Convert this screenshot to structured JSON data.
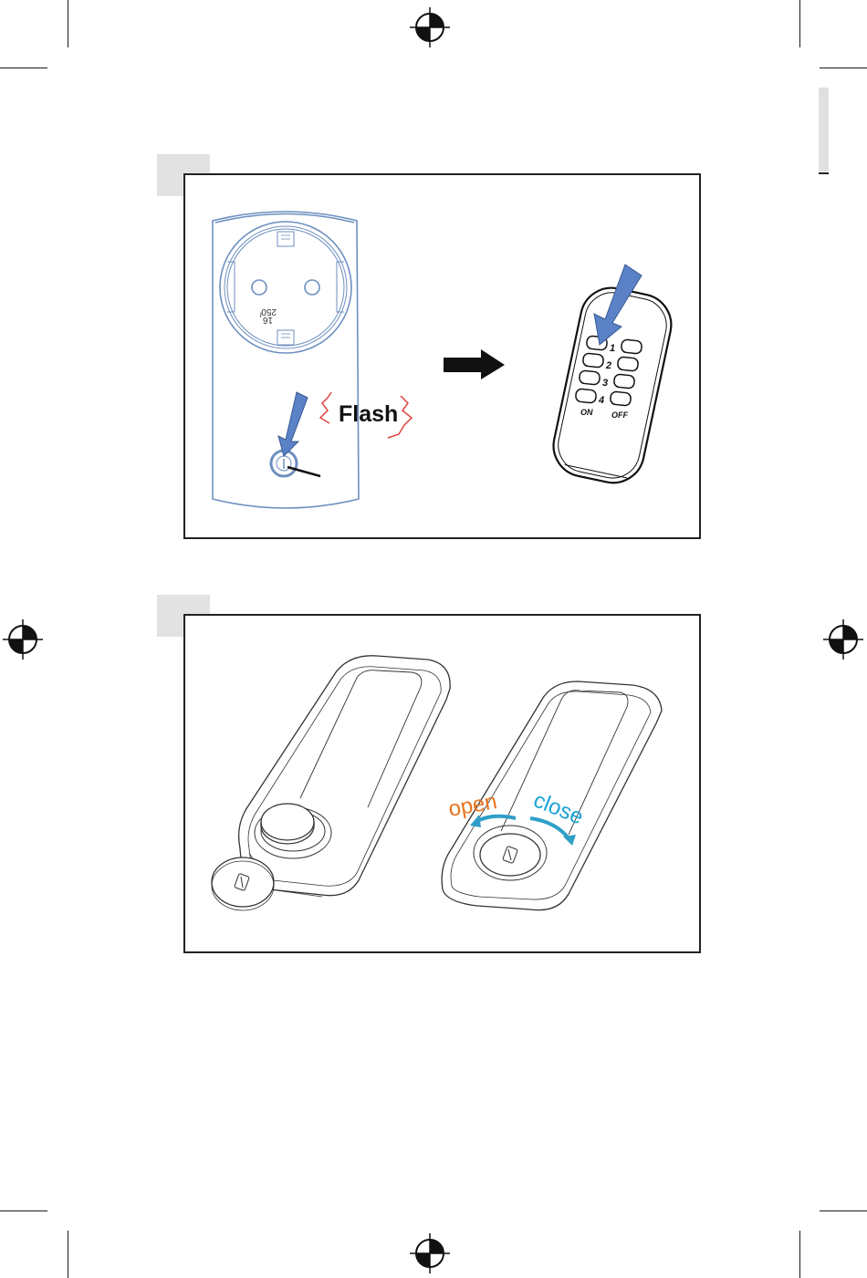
{
  "figure1": {
    "socket_rating_top": "16",
    "socket_rating_bottom": "250",
    "socket_rating_symbol": "~",
    "flash_label": "Flash",
    "remote": {
      "rows": [
        {
          "channel": "1"
        },
        {
          "channel": "2"
        },
        {
          "channel": "3"
        },
        {
          "channel": "4"
        }
      ],
      "on_label": "ON",
      "off_label": "OFF"
    }
  },
  "figure2": {
    "open_label": "open",
    "close_label": "close"
  },
  "colors": {
    "socket_outline": "#6d8fbf",
    "arrow_fill": "#5b82c6",
    "flash_bracket": "#e0453f",
    "open_text": "#e8731e",
    "close_text": "#1ba3d6",
    "rotate_arrow": "#2f9fc8"
  }
}
